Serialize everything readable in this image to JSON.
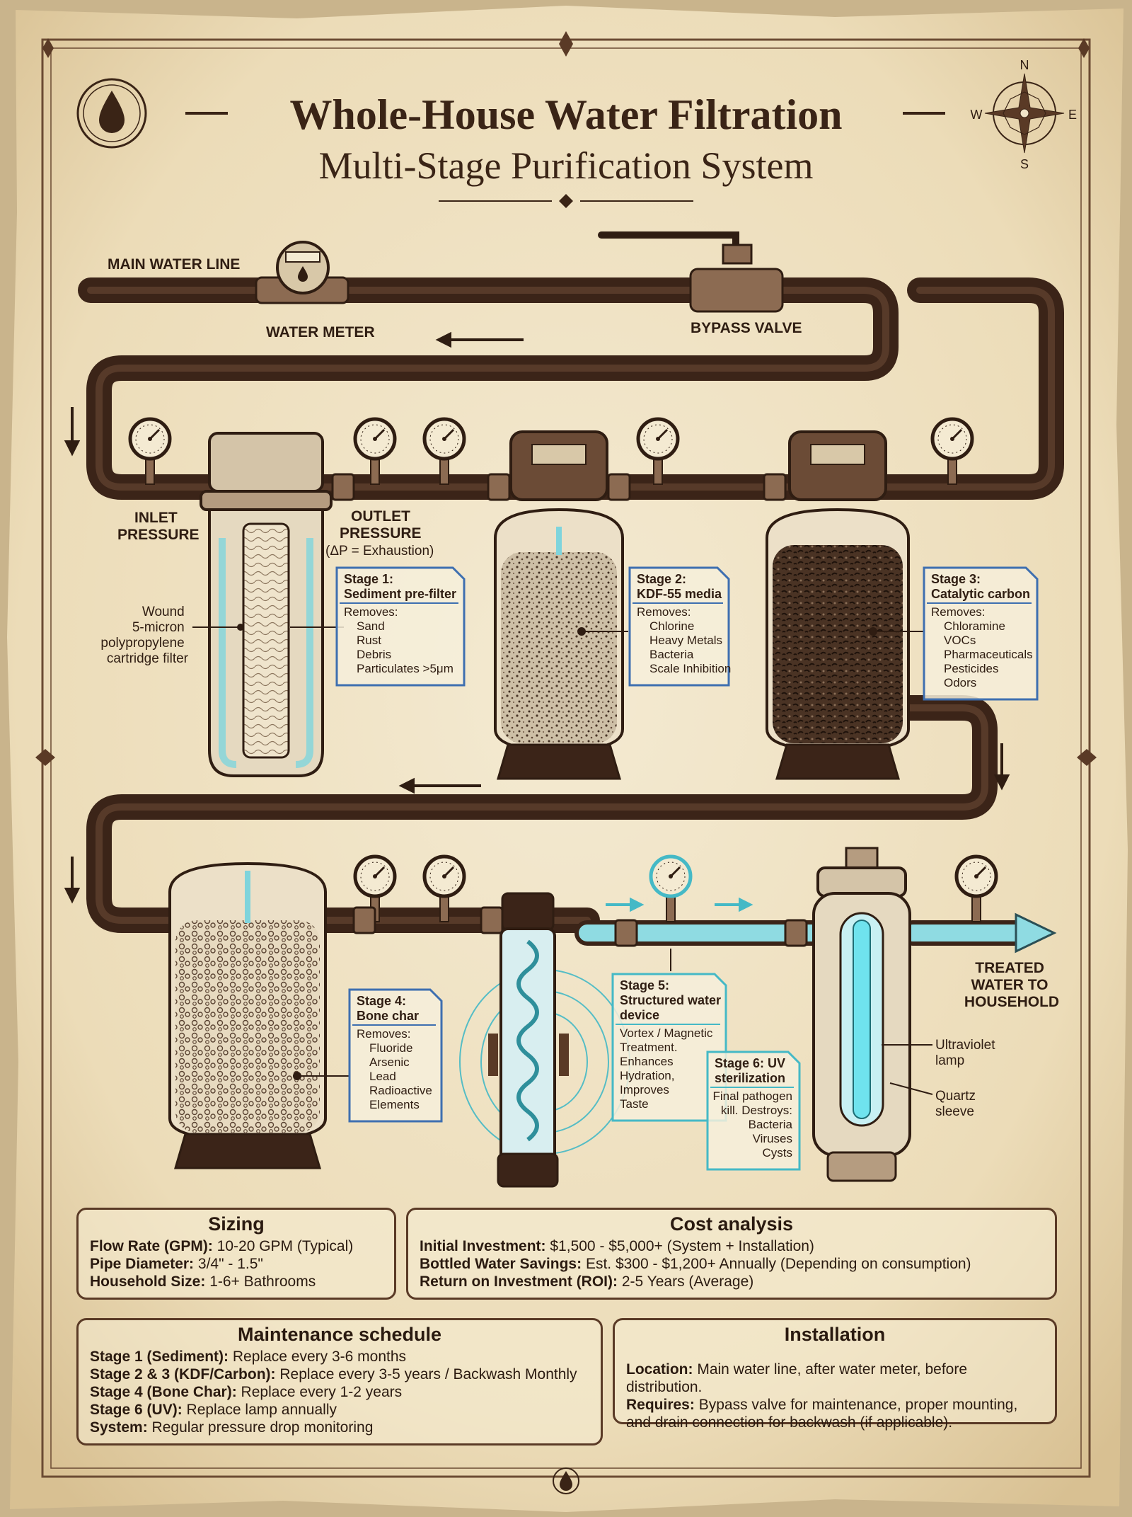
{
  "title": "Whole-House Water Filtration",
  "subtitle": "Multi-Stage Purification System",
  "compass": {
    "n": "N",
    "e": "E",
    "s": "S",
    "w": "W"
  },
  "labels": {
    "main_water_line": "MAIN WATER LINE",
    "water_meter": "WATER METER",
    "bypass_valve": "BYPASS VALVE",
    "inlet_pressure": [
      "INLET",
      "PRESSURE"
    ],
    "outlet_pressure": [
      "OUTLET",
      "PRESSURE",
      "(ΔP = Exhaustion)"
    ],
    "cartridge": [
      "Wound",
      "5-micron",
      "polypropylene",
      "cartridge filter"
    ],
    "treated_water": [
      "TREATED",
      "WATER TO",
      "HOUSEHOLD"
    ],
    "uv_lamp": [
      "Ultraviolet",
      "lamp"
    ],
    "quartz_sleeve": [
      "Quartz",
      "sleeve"
    ]
  },
  "stages": [
    {
      "title": [
        "Stage 1:",
        "Sediment pre-filter"
      ],
      "lines": [
        "Removes:",
        "Sand",
        "Rust",
        "Debris",
        "Particulates >5μm"
      ]
    },
    {
      "title": [
        "Stage 2:",
        "KDF-55 media"
      ],
      "lines": [
        "Removes:",
        "Chlorine",
        "Heavy Metals",
        "Bacteria",
        "Scale Inhibition"
      ]
    },
    {
      "title": [
        "Stage 3:",
        "Catalytic carbon"
      ],
      "lines": [
        "Removes:",
        "Chloramine",
        "VOCs",
        "Pharmaceuticals",
        "Pesticides",
        "Odors"
      ]
    },
    {
      "title": [
        "Stage 4:",
        "Bone char"
      ],
      "lines": [
        "Removes:",
        "Fluoride",
        "Arsenic",
        "Lead",
        "Radioactive",
        "Elements"
      ]
    },
    {
      "title": [
        "Stage 5:",
        "Structured water",
        "device"
      ],
      "lines": [
        "Vortex / Magnetic",
        "Treatment.",
        "Enhances",
        "Hydration,",
        "Improves",
        "Taste"
      ]
    },
    {
      "title": [
        "Stage 6: UV",
        "sterilization"
      ],
      "lines": [
        "Final pathogen",
        "kill. Destroys:",
        "Bacteria",
        "Viruses",
        "Cysts"
      ]
    }
  ],
  "sizing": {
    "heading": "Sizing",
    "rows": [
      {
        "k": "Flow Rate (GPM):",
        "v": "10-20 GPM (Typical)"
      },
      {
        "k": "Pipe Diameter:",
        "v": "3/4\" - 1.5\""
      },
      {
        "k": "Household Size:",
        "v": "1-6+ Bathrooms"
      }
    ]
  },
  "cost": {
    "heading": "Cost analysis",
    "rows": [
      {
        "k": "Initial Investment:",
        "v": "$1,500 - $5,000+ (System + Installation)"
      },
      {
        "k": "Bottled Water Savings:",
        "v": "Est. $300 - $1,200+ Annually (Depending on consumption)"
      },
      {
        "k": "Return on Investment (ROI):",
        "v": "2-5 Years (Average)"
      }
    ]
  },
  "maintenance": {
    "heading": "Maintenance schedule",
    "rows": [
      {
        "k": "Stage 1 (Sediment):",
        "v": "Replace every 3-6 months"
      },
      {
        "k": "Stage 2 & 3 (KDF/Carbon):",
        "v": "Replace every 3-5 years / Backwash Monthly"
      },
      {
        "k": "Stage 4 (Bone Char):",
        "v": "Replace every 1-2 years"
      },
      {
        "k": "Stage 6 (UV):",
        "v": "Replace lamp annually"
      },
      {
        "k": "System:",
        "v": "Regular pressure drop monitoring"
      }
    ]
  },
  "installation": {
    "heading": "Installation",
    "rows": [
      {
        "k": "Location:",
        "v": "Main water line, after water meter, before distribution."
      },
      {
        "k": "Requires:",
        "v": "Bypass valve for maintenance, proper mounting, and drain connection for backwash (if applicable)."
      }
    ]
  },
  "colors": {
    "ink": "#2f1d12",
    "pipe": "#3b2418",
    "water": "#7fd4dc",
    "paper": "#efe2c4",
    "callout": "#3e6fb0"
  }
}
